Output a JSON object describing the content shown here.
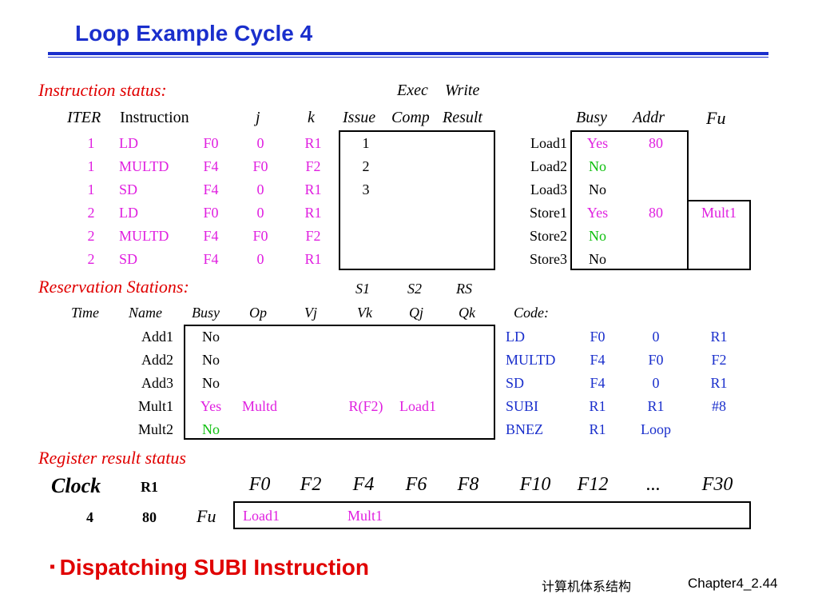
{
  "title": "Loop Example Cycle 4",
  "instruction_status": {
    "label": "Instruction status:",
    "exec_label": "Exec",
    "write_label": "Write",
    "headers": [
      "ITER",
      "Instruction",
      "j",
      "k",
      "Issue",
      "Comp",
      "Result"
    ],
    "rows": [
      {
        "iter": "1",
        "op": "LD",
        "dest": "F0",
        "j": "0",
        "k": "R1",
        "issue": "1",
        "comp": "",
        "result": ""
      },
      {
        "iter": "1",
        "op": "MULTD",
        "dest": "F4",
        "j": "F0",
        "k": "F2",
        "issue": "2",
        "comp": "",
        "result": ""
      },
      {
        "iter": "1",
        "op": "SD",
        "dest": "F4",
        "j": "0",
        "k": "R1",
        "issue": "3",
        "comp": "",
        "result": ""
      },
      {
        "iter": "2",
        "op": "LD",
        "dest": "F0",
        "j": "0",
        "k": "R1",
        "issue": "",
        "comp": "",
        "result": ""
      },
      {
        "iter": "2",
        "op": "MULTD",
        "dest": "F4",
        "j": "F0",
        "k": "F2",
        "issue": "",
        "comp": "",
        "result": ""
      },
      {
        "iter": "2",
        "op": "SD",
        "dest": "F4",
        "j": "0",
        "k": "R1",
        "issue": "",
        "comp": "",
        "result": ""
      }
    ]
  },
  "load_store": {
    "headers": [
      "Busy",
      "Addr",
      "Fu"
    ],
    "rows": [
      {
        "name": "Load1",
        "busy": "Yes",
        "addr": "80",
        "fu": ""
      },
      {
        "name": "Load2",
        "busy": "No",
        "addr": "",
        "fu": ""
      },
      {
        "name": "Load3",
        "busy": "No",
        "addr": "",
        "fu": ""
      },
      {
        "name": "Store1",
        "busy": "Yes",
        "addr": "80",
        "fu": "Mult1"
      },
      {
        "name": "Store2",
        "busy": "No",
        "addr": "",
        "fu": ""
      },
      {
        "name": "Store3",
        "busy": "No",
        "addr": "",
        "fu": ""
      }
    ]
  },
  "reservation_stations": {
    "label": "Reservation Stations:",
    "top_headers": [
      "S1",
      "S2",
      "RS"
    ],
    "headers": [
      "Time",
      "Name",
      "Busy",
      "Op",
      "Vj",
      "Vk",
      "Qj",
      "Qk",
      "Code:"
    ],
    "rows": [
      {
        "name": "Add1",
        "busy": "No",
        "op": "",
        "vj": "",
        "vk": "",
        "qj": "",
        "qk": ""
      },
      {
        "name": "Add2",
        "busy": "No",
        "op": "",
        "vj": "",
        "vk": "",
        "qj": "",
        "qk": ""
      },
      {
        "name": "Add3",
        "busy": "No",
        "op": "",
        "vj": "",
        "vk": "",
        "qj": "",
        "qk": ""
      },
      {
        "name": "Mult1",
        "busy": "Yes",
        "op": "Multd",
        "vj": "",
        "vk": "R(F2)",
        "qj": "Load1",
        "qk": ""
      },
      {
        "name": "Mult2",
        "busy": "No",
        "op": "",
        "vj": "",
        "vk": "",
        "qj": "",
        "qk": ""
      }
    ]
  },
  "code": [
    {
      "op": "LD",
      "a": "F0",
      "b": "0",
      "c": "R1"
    },
    {
      "op": "MULTD",
      "a": "F4",
      "b": "F0",
      "c": "F2"
    },
    {
      "op": "SD",
      "a": "F4",
      "b": "0",
      "c": "R1"
    },
    {
      "op": "SUBI",
      "a": "R1",
      "b": "R1",
      "c": "#8"
    },
    {
      "op": "BNEZ",
      "a": "R1",
      "b": "Loop",
      "c": ""
    }
  ],
  "register_result": {
    "label": "Register result status",
    "clock_label": "Clock",
    "r1_label": "R1",
    "clock": "4",
    "r1": "80",
    "fu_label": "Fu",
    "registers": [
      "F0",
      "F2",
      "F4",
      "F6",
      "F8",
      "F10",
      "F12",
      "...",
      "F30"
    ],
    "fu_values": [
      "Load1",
      "",
      "Mult1",
      "",
      "",
      "",
      "",
      "",
      ""
    ]
  },
  "bullet": "Dispatching SUBI Instruction",
  "footer": {
    "course": "计算机体系结构",
    "chapter": "Chapter4_2.44"
  },
  "colors": {
    "title": "#1a2fcc",
    "label": "#e00000",
    "active": "#e020e0",
    "idle": "#10c010"
  }
}
